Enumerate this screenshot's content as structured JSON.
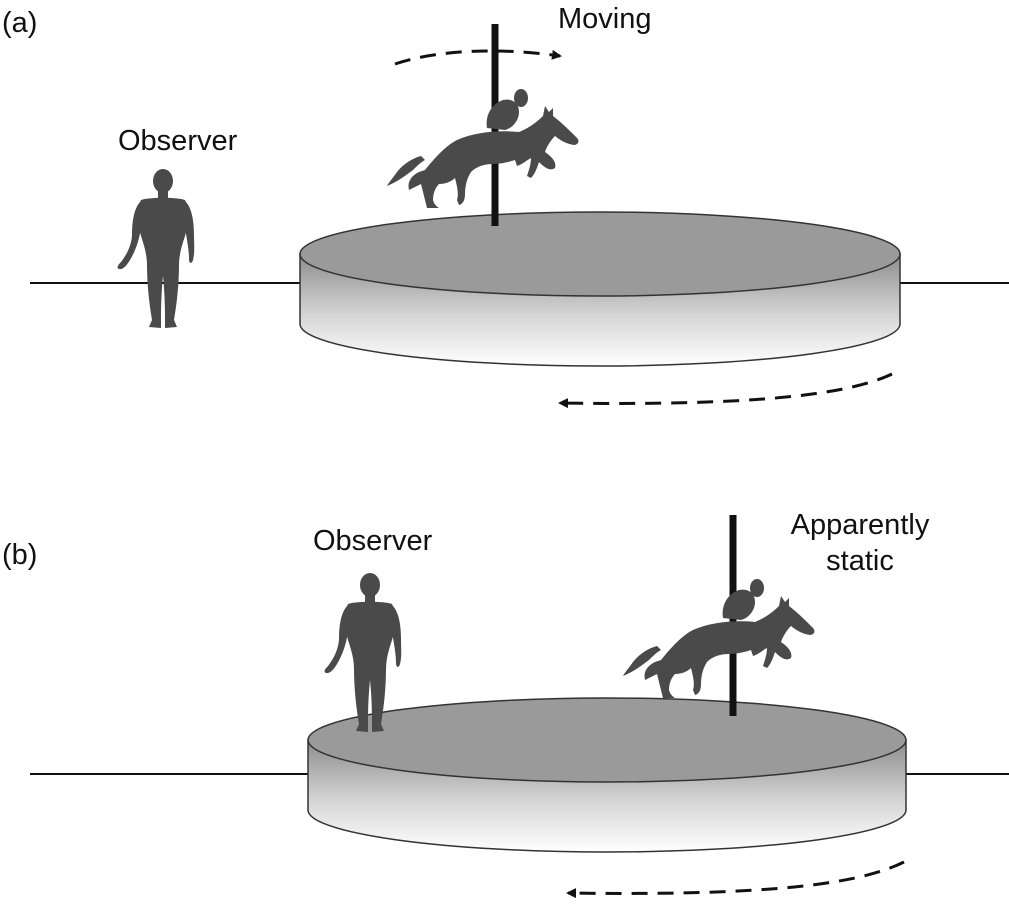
{
  "panels": [
    {
      "label": "(a)",
      "observer_label": "Observer",
      "horse_label": "Moving"
    },
    {
      "label": "(b)",
      "observer_label": "Observer",
      "horse_label_line1": "Apparently",
      "horse_label_line2": "static"
    }
  ],
  "colors": {
    "silhouette": "#4a4a4a",
    "platform_top": "#9a9a9a",
    "line": "#111111",
    "background": "#ffffff"
  },
  "icons": [
    "human-silhouette-icon",
    "horse-and-rider-icon",
    "dashed-rotation-arrow-icon"
  ]
}
